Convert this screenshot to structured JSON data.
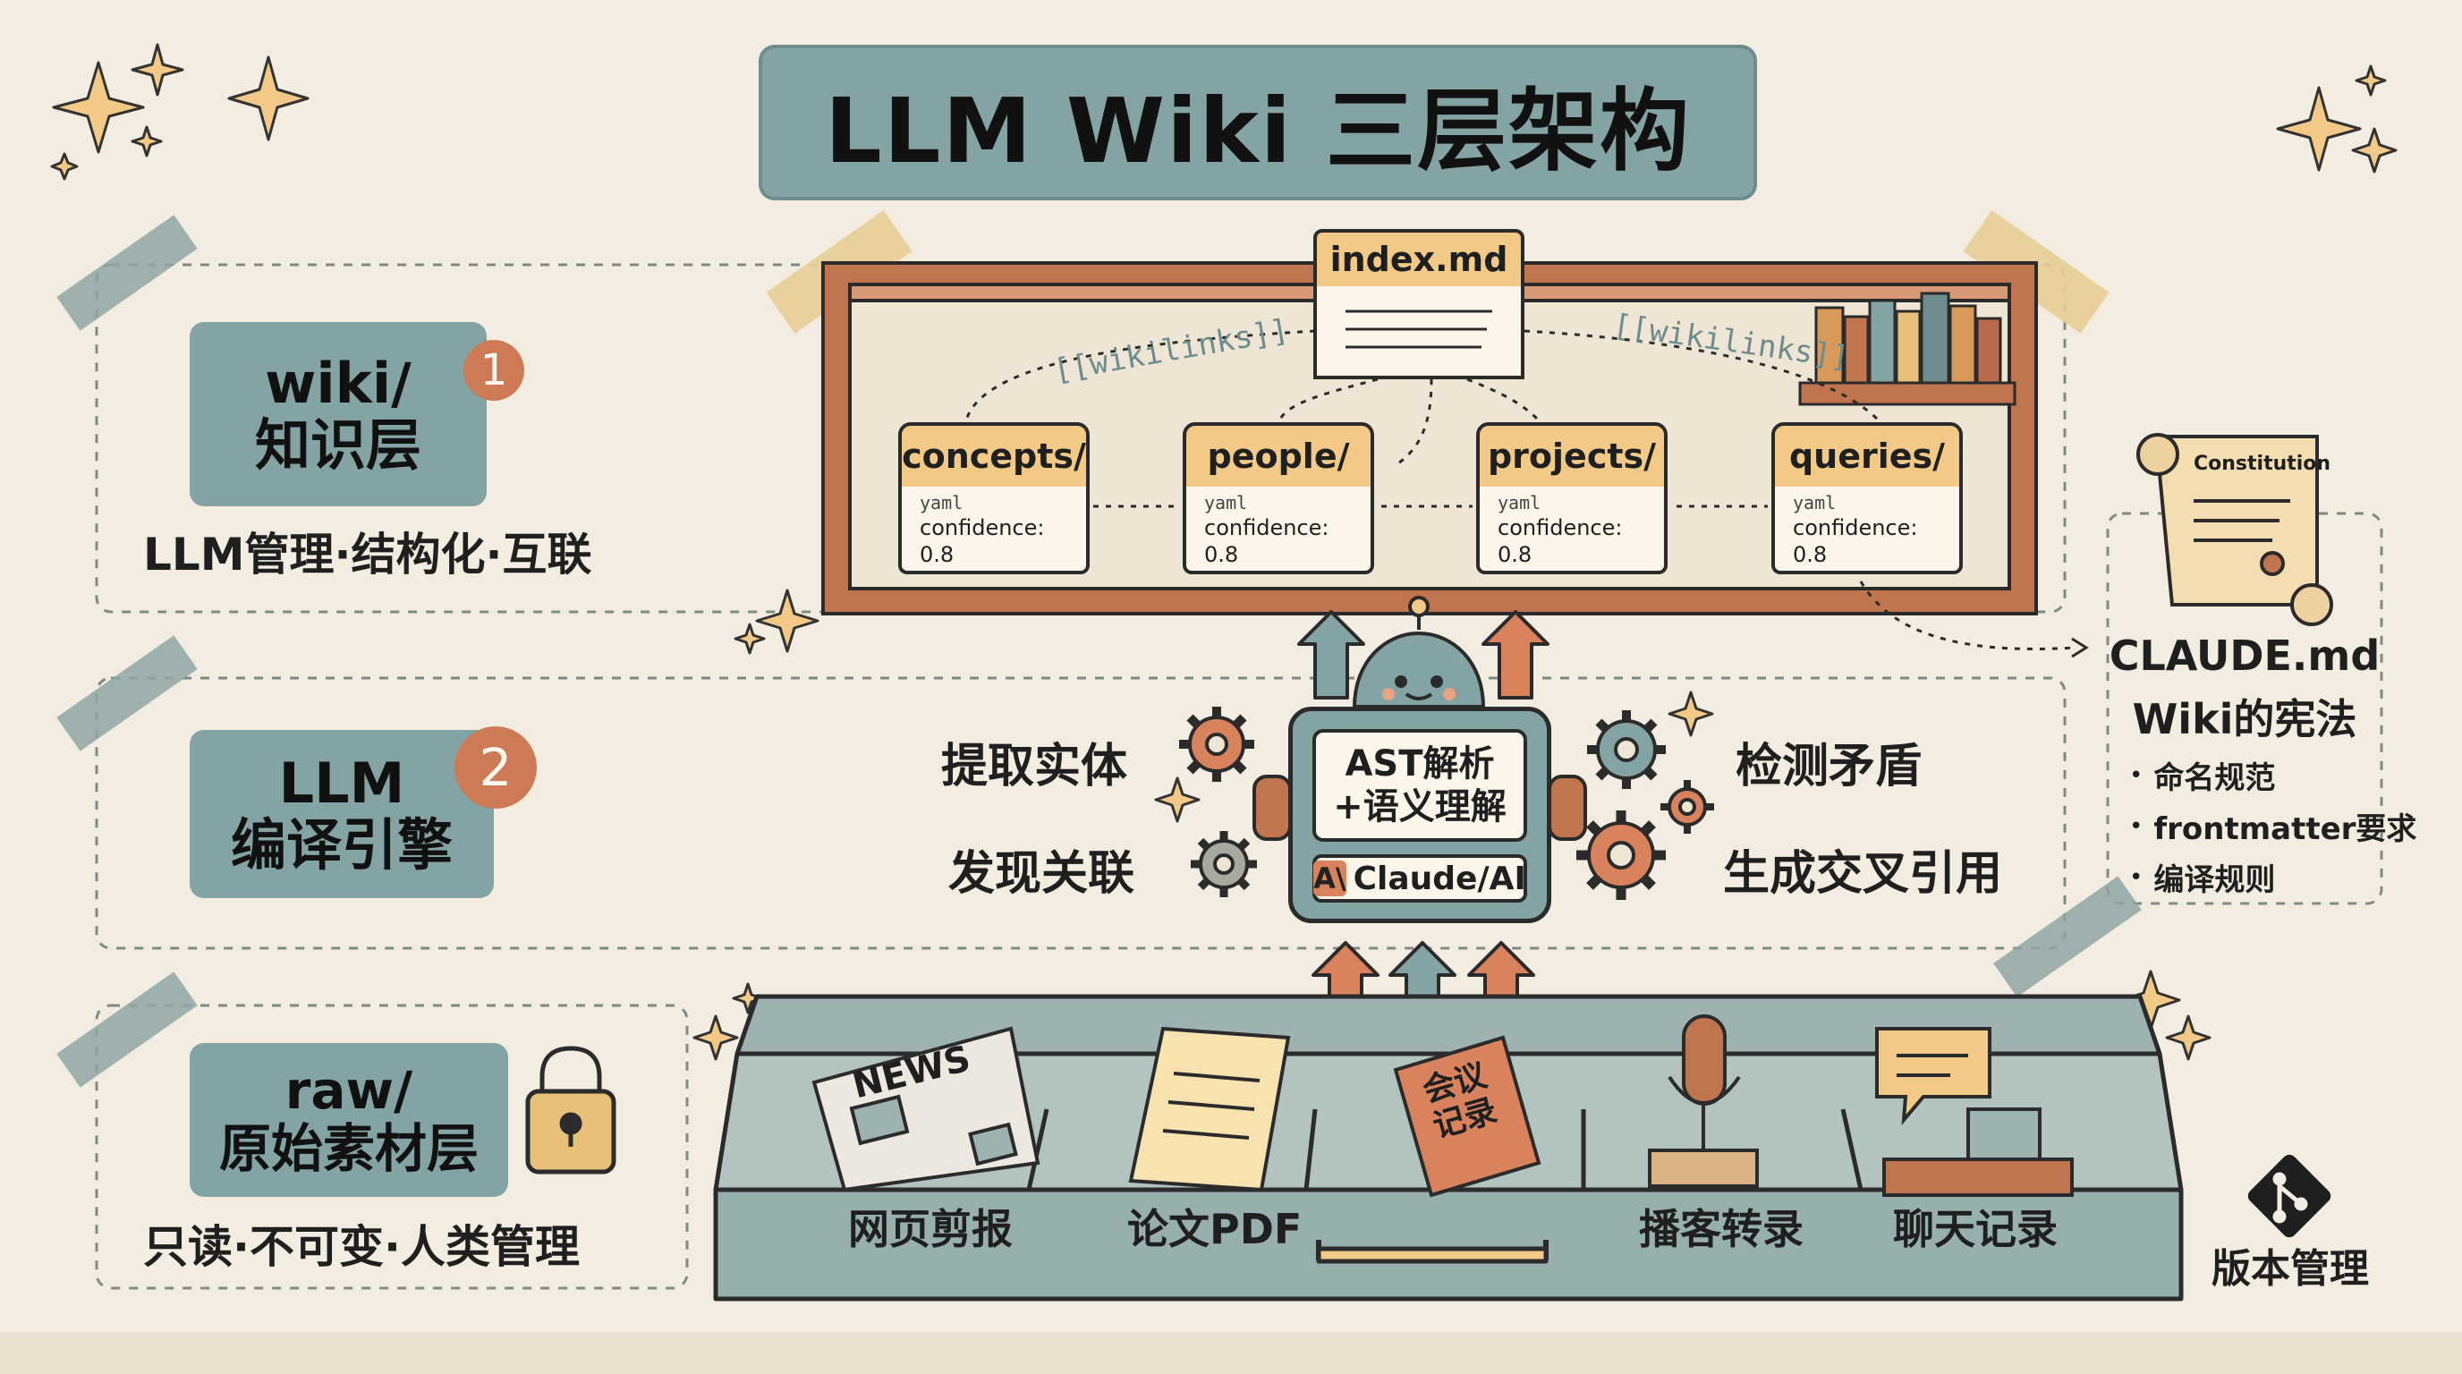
{
  "title": "LLM Wiki 三层架构",
  "layers": [
    {
      "line1": "wiki/",
      "line2": "知识层",
      "number": "1",
      "caption": "LLM管理·结构化·互联"
    },
    {
      "line1": "LLM",
      "line2": "编译引擎",
      "number": "2",
      "caption": ""
    },
    {
      "line1": "raw/",
      "line2": "原始素材层",
      "number": "",
      "caption": "只读·不可变·人类管理"
    }
  ],
  "wiki": {
    "index_label": "index.md",
    "wikilinks": "[[wikilinks]]",
    "folders": [
      {
        "label": "concepts/",
        "meta": "yaml",
        "confidence": "confidence: 0.8"
      },
      {
        "label": "people/",
        "meta": "yaml",
        "confidence": "confidence: 0.8"
      },
      {
        "label": "projects/",
        "meta": "yaml",
        "confidence": "confidence: 0.8"
      },
      {
        "label": "queries/",
        "meta": "yaml",
        "confidence": "confidence: 0.8"
      }
    ]
  },
  "engine": {
    "screen_line1": "AST解析",
    "screen_line2": "+语义理解",
    "brand_badge": "A\\",
    "brand": "Claude/AI",
    "left_actions": [
      "提取实体",
      "发现关联"
    ],
    "right_actions": [
      "检测矛盾",
      "生成交叉引用"
    ]
  },
  "raw": {
    "news_label": "NEWS",
    "notebook_label": "会议\n记录",
    "drawer_items": [
      "网页剪报",
      "论文PDF",
      "播客转录",
      "聊天记录"
    ]
  },
  "constitution": {
    "scroll_label": "Constitution",
    "title1": "CLAUDE.md",
    "title2": "Wiki的宪法",
    "items": [
      "命名规范",
      "frontmatter要求",
      "编译规则"
    ]
  },
  "version_label": "版本管理",
  "colors": {
    "background": "#f3ece0",
    "teal": "#84a3a4",
    "orange": "#cd7a56",
    "folder_tab": "#f2c987",
    "shelf": "#c0754f"
  }
}
